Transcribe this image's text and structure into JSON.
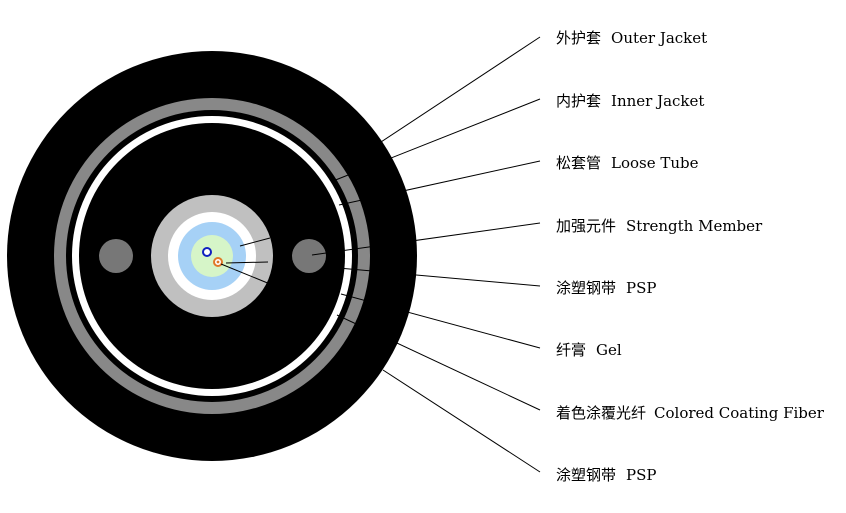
{
  "colors": {
    "background": "#ffffff",
    "outer_jacket": "#000000",
    "psp_band": "#888888",
    "white_ring": "#ffffff",
    "strength_member": "#777777",
    "loose_tube_outer": "#c0c0c0",
    "loose_tube_mid": "#ffffff",
    "loose_tube_inner": "#a6d1f6",
    "gel": "#d6f5c8",
    "fiber_blue": "#1020c0",
    "fiber_orange": "#e07828",
    "leader_line": "#000000"
  },
  "labels": [
    {
      "cn": "外护套",
      "en": "Outer Jacket"
    },
    {
      "cn": "内护套",
      "en": "Inner Jacket"
    },
    {
      "cn": "松套管",
      "en": "Loose Tube"
    },
    {
      "cn": "加强元件",
      "en": "Strength Member"
    },
    {
      "cn": "涂塑钢带",
      "en": "PSP"
    },
    {
      "cn": "纤膏",
      "en": "Gel"
    },
    {
      "cn": "着色涂覆光纤",
      "en": "Colored Coating Fiber"
    },
    {
      "cn": "涂塑钢带",
      "en": "PSP"
    }
  ]
}
